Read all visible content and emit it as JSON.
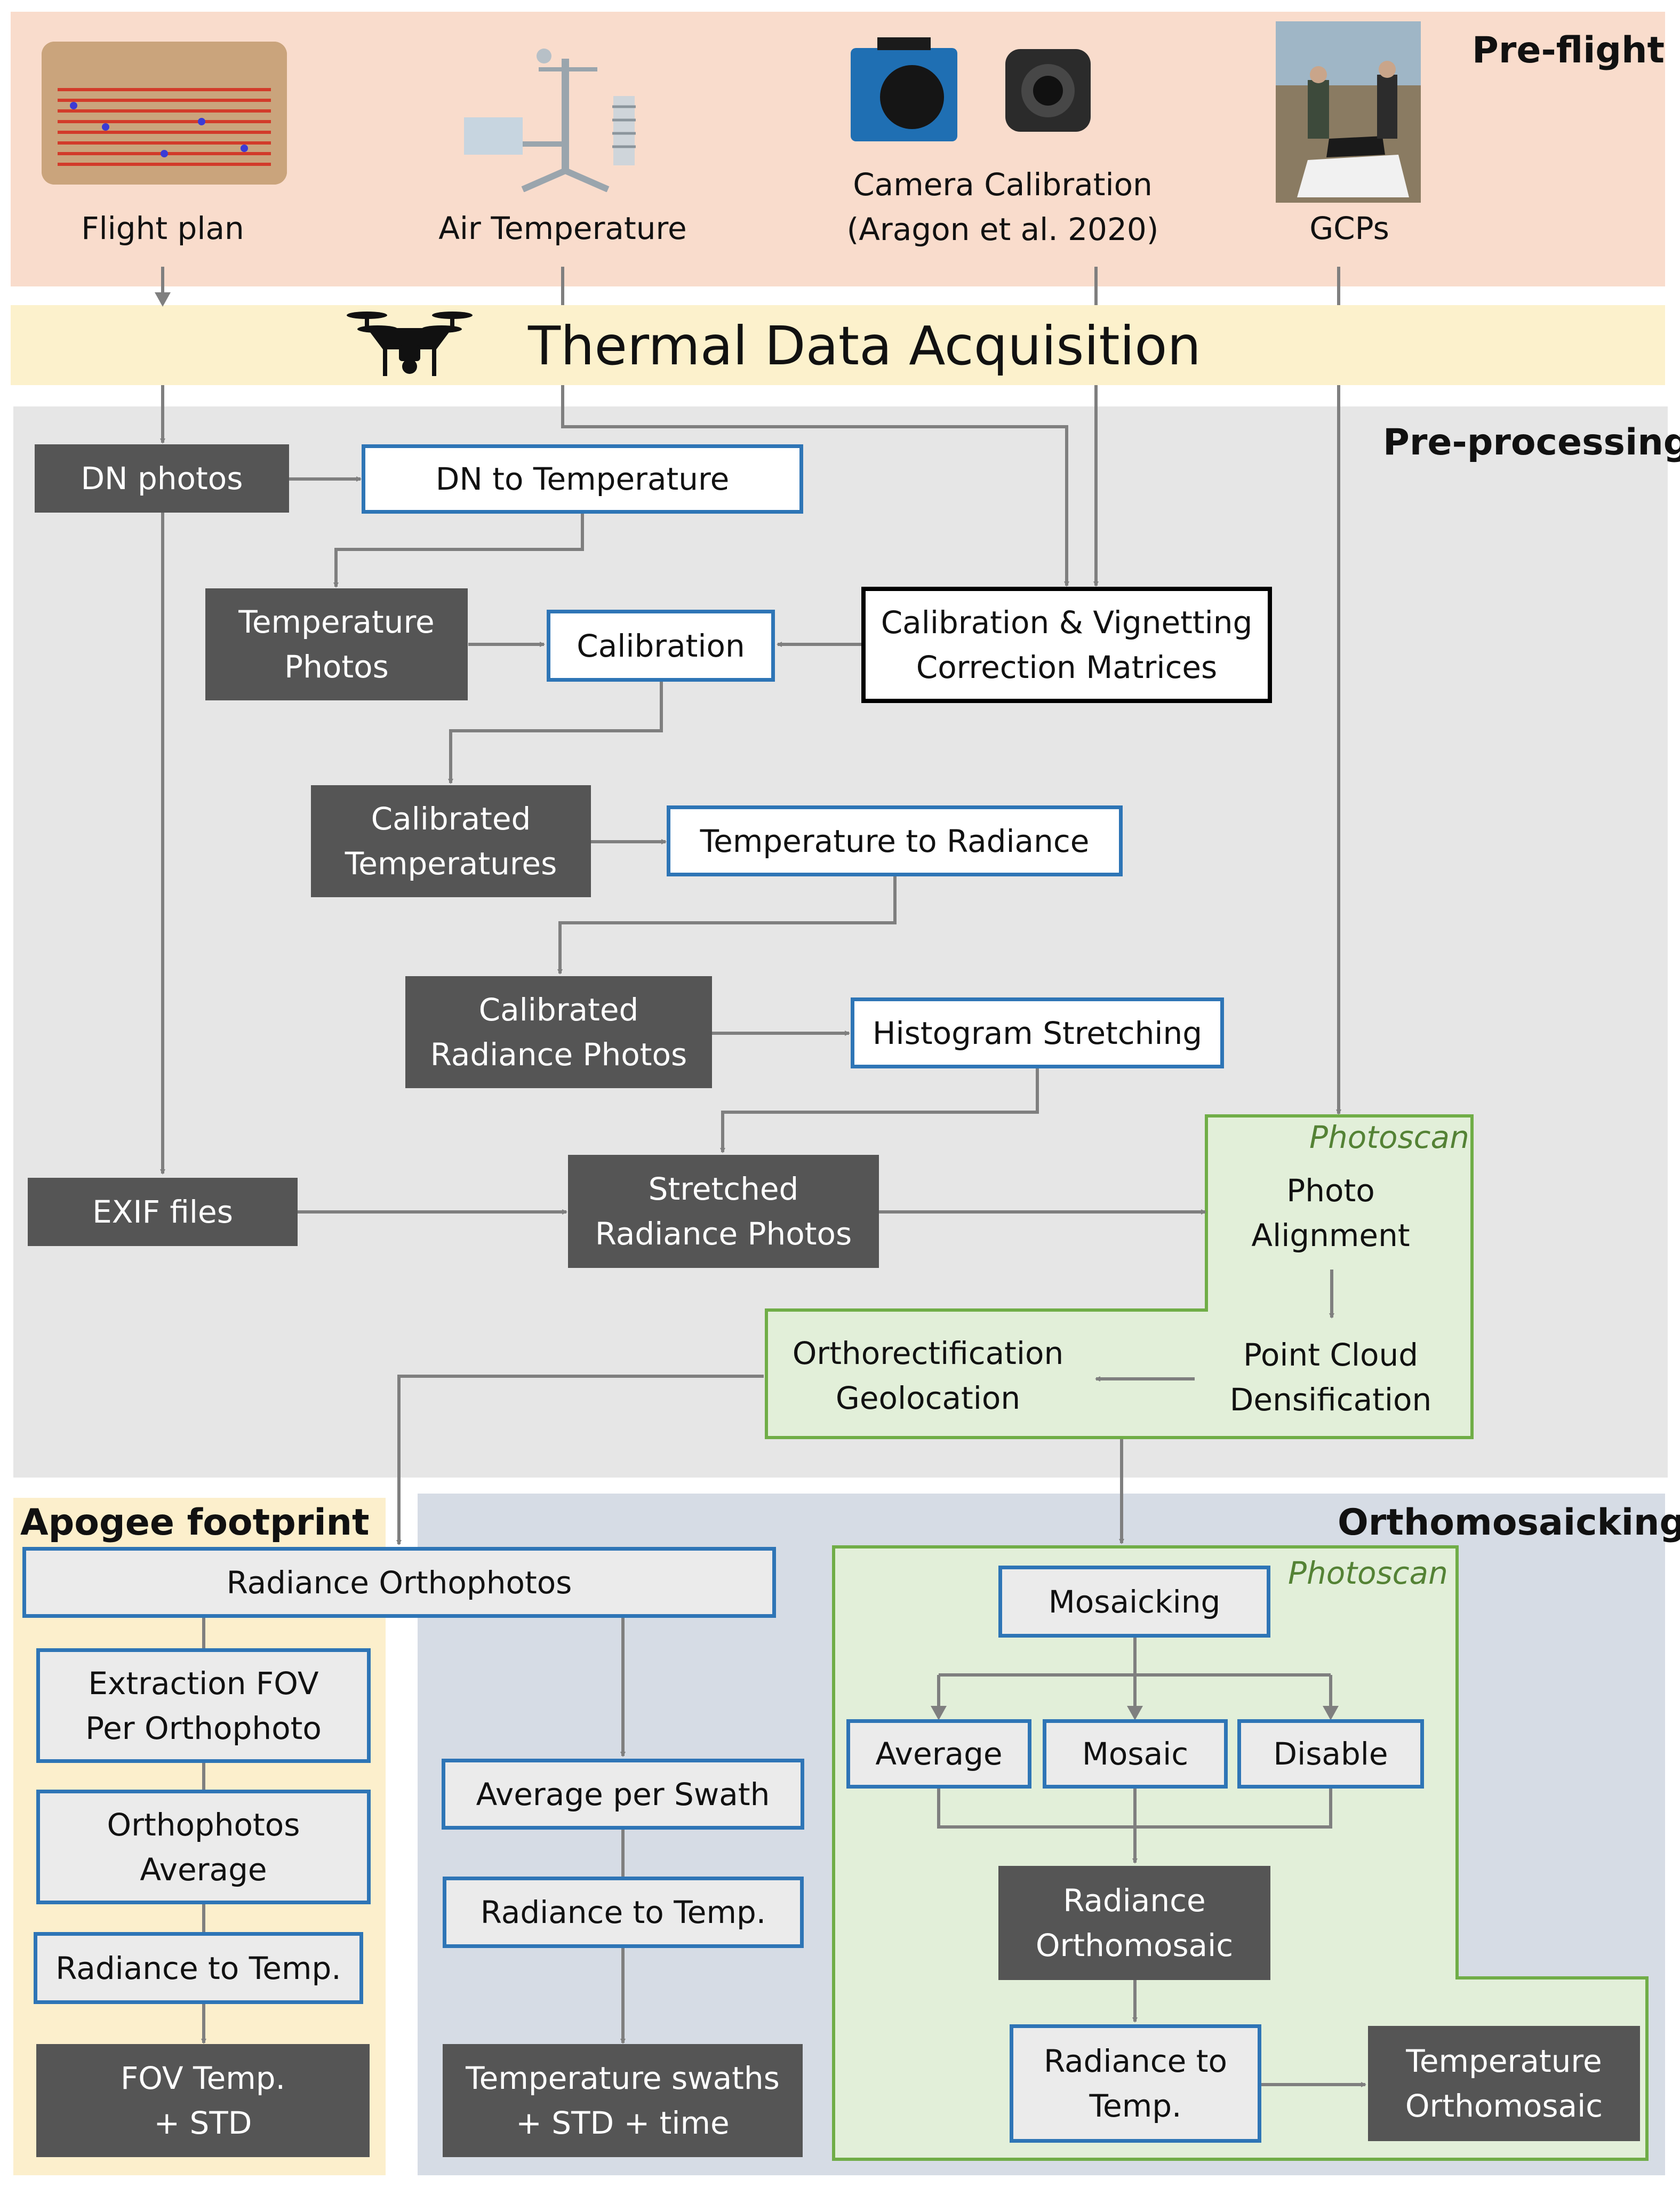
{
  "sections": {
    "preflight": "Pre-flight",
    "acquisition": "Thermal Data Acquisition",
    "preprocessing": "Pre-processing",
    "apogee": "Apogee footprint",
    "orthomosaicking": "Orthomosaicking"
  },
  "preflight_items": {
    "flight_plan": "Flight plan",
    "air_temperature": "Air Temperature",
    "camera_calibration": "Camera Calibration\n(Aragon et al. 2020)",
    "gcps": "GCPs"
  },
  "preprocessing": {
    "dn_photos": "DN photos",
    "dn_to_temperature": "DN  to Temperature",
    "temperature_photos": "Temperature\nPhotos",
    "calibration": "Calibration",
    "calib_matrices": "Calibration & Vignetting\nCorrection Matrices",
    "calibrated_temperatures": "Calibrated\nTemperatures",
    "temperature_to_radiance": "Temperature to Radiance",
    "calibrated_radiance_photos": "Calibrated\nRadiance Photos",
    "histogram_stretching": "Histogram Stretching",
    "exif_files": "EXIF files",
    "stretched_radiance_photos": "Stretched\nRadiance Photos",
    "photoscan_label": "Photoscan",
    "photo_alignment": "Photo\nAlignment",
    "point_cloud": "Point Cloud\nDensification",
    "orthorectification": "Orthorectification\nGeolocation"
  },
  "apogee": {
    "radiance_orthophotos": "Radiance Orthophotos",
    "extraction_fov": "Extraction FOV\nPer Orthophoto",
    "orthophotos_average": "Orthophotos\nAverage",
    "radiance_to_temp": "Radiance to Temp.",
    "fov_temp": "FOV Temp.\n+ STD"
  },
  "swath": {
    "average_per_swath": "Average per Swath",
    "radiance_to_temp": "Radiance to Temp.",
    "temperature_swaths": "Temperature swaths\n+ STD + time"
  },
  "ortho": {
    "photoscan_label": "Photoscan",
    "mosaicking": "Mosaicking",
    "average": "Average",
    "mosaic": "Mosaic",
    "disable": "Disable",
    "radiance_orthomosaic": "Radiance\nOrthomosaic",
    "radiance_to_temp": "Radiance to\nTemp.",
    "temperature_orthomosaic": "Temperature\nOrthomosaic"
  },
  "colors": {
    "preflight_bg": "#f9dccc",
    "acquisition_bg": "#fcf1cc",
    "preprocessing_bg": "#e6e6e6",
    "apogee_bg": "#fcefcc",
    "ortho_bg": "#d6dce5",
    "photoscan_bg": "#e2efd9",
    "photoscan_border": "#70ad47",
    "dark_box": "#555555",
    "blue_border": "#2e75b6",
    "arrow": "#7f7f7f"
  },
  "icons": [
    "flight-plan-map-icon",
    "weather-station-icon",
    "thermal-camera-icon",
    "gcp-photo-icon",
    "drone-icon"
  ]
}
